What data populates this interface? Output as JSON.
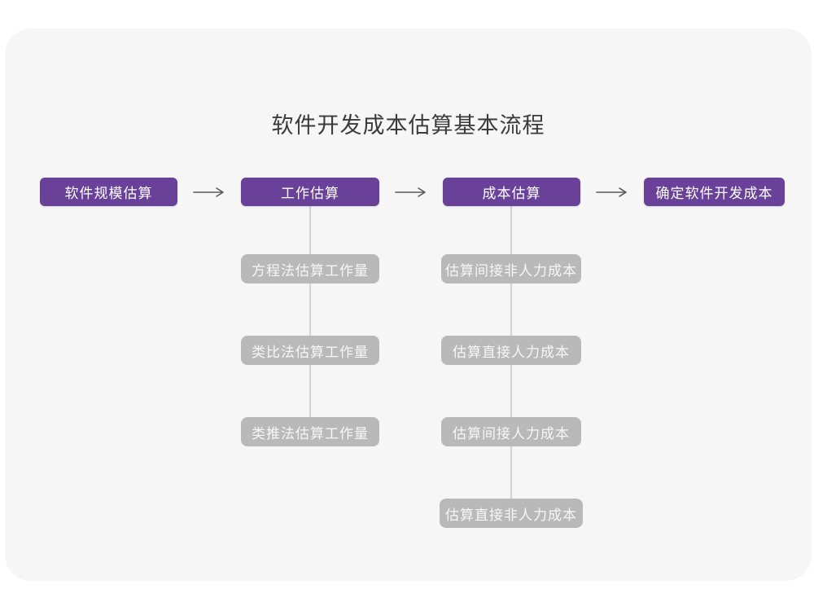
{
  "title": "软件开发成本估算基本流程",
  "colors": {
    "canvas_bg": "#ffffff",
    "card_bg": "#f6f6f7",
    "primary_purple": "#6a4199",
    "sub_gray": "#b9b9b9",
    "connector_gray": "#d4d4d4",
    "arrow_gray": "#58585a",
    "title_text": "#3b3b3b"
  },
  "main_flow": [
    {
      "label": "软件规模估算"
    },
    {
      "label": "工作估算"
    },
    {
      "label": "成本估算"
    },
    {
      "label": "确定软件开发成本"
    }
  ],
  "work_estimation_methods": [
    {
      "label": "方程法估算工作量"
    },
    {
      "label": "类比法估算工作量"
    },
    {
      "label": "类推法估算工作量"
    }
  ],
  "cost_estimation_steps": [
    {
      "label": "估算间接非人力成本"
    },
    {
      "label": "估算直接人力成本"
    },
    {
      "label": "估算间接人力成本"
    },
    {
      "label": "估算直接非人力成本"
    }
  ]
}
